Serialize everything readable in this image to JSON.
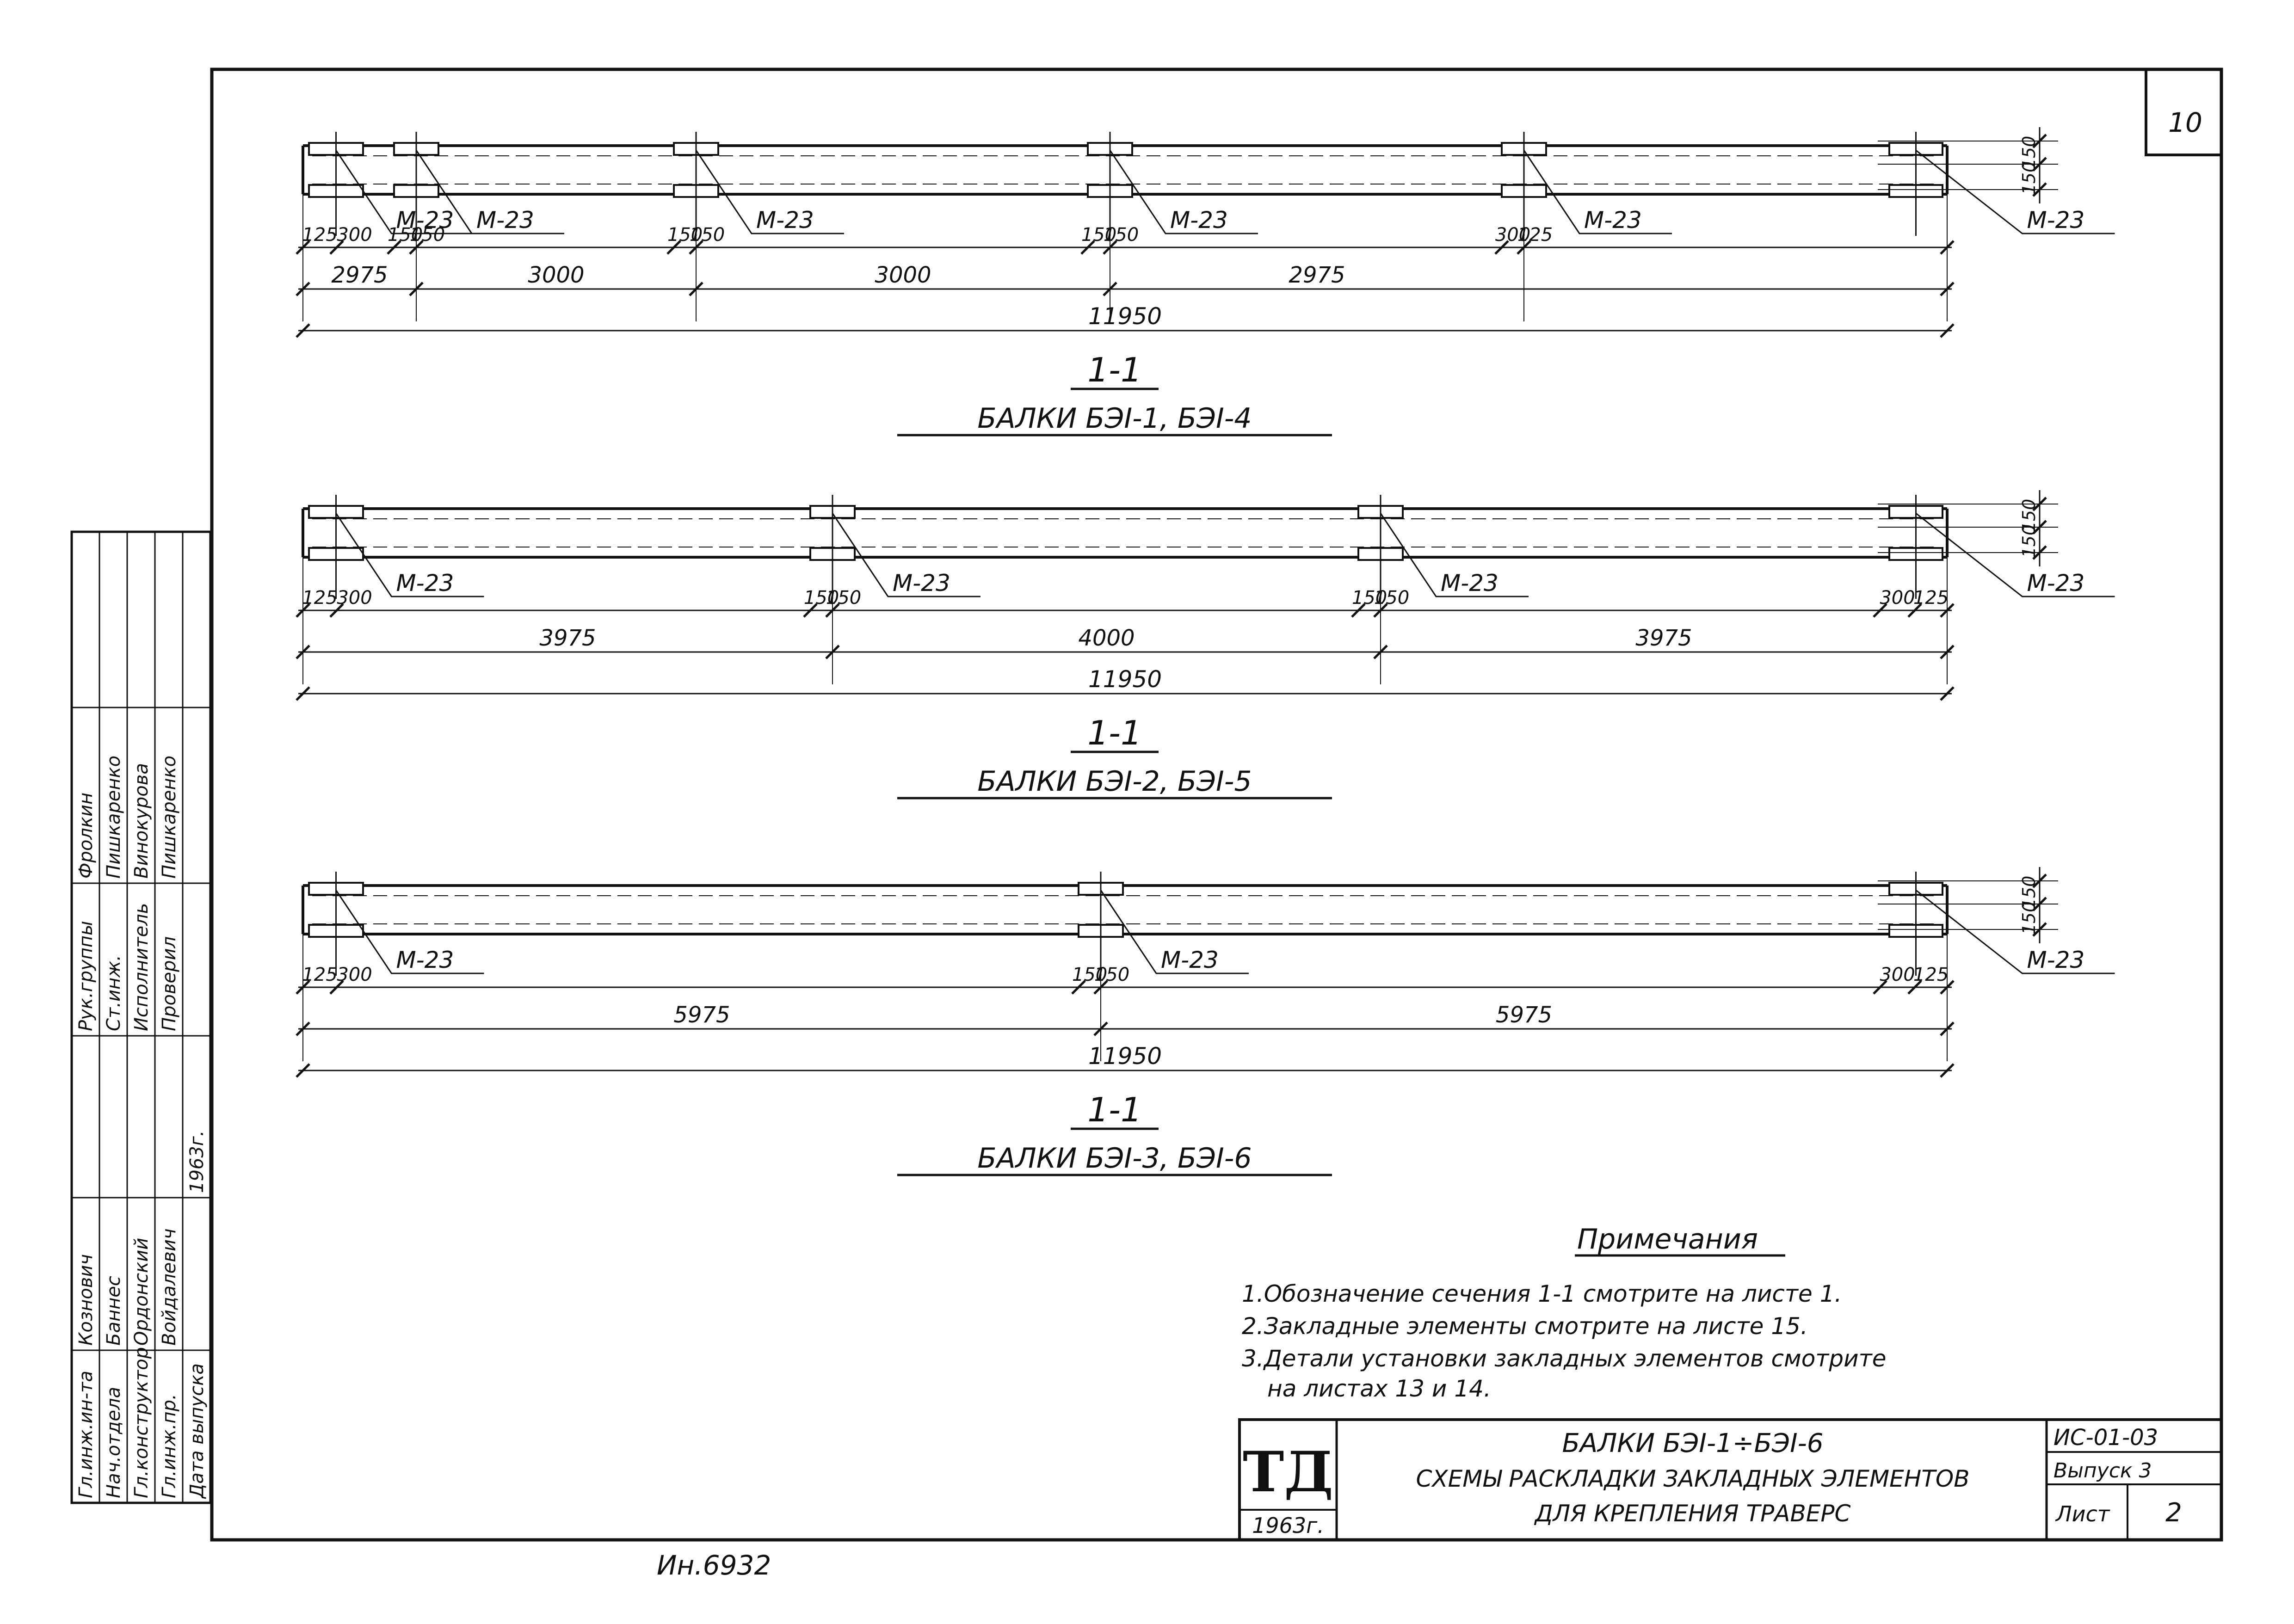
{
  "page_number": "10",
  "inventory_number": "Ин.6932",
  "beam_groups": [
    {
      "section_label": "1-1",
      "title": "БАЛКИ БЭI-1, БЭI-4",
      "embed_mark": "М-23",
      "top_dims": [
        "125",
        "300",
        "150",
        "150",
        "150",
        "150",
        "150",
        "150",
        "300",
        "125"
      ],
      "spans": [
        "2975",
        "3000",
        "3000",
        "2975"
      ],
      "overall": "11950",
      "vertical_dims": [
        "150",
        "150"
      ]
    },
    {
      "section_label": "1-1",
      "title": "БАЛКИ БЭI-2, БЭI-5",
      "embed_mark": "М-23",
      "top_dims": [
        "125",
        "300",
        "150",
        "150",
        "150",
        "150",
        "300",
        "125"
      ],
      "spans": [
        "3975",
        "4000",
        "3975"
      ],
      "overall": "11950",
      "vertical_dims": [
        "150",
        "150"
      ]
    },
    {
      "section_label": "1-1",
      "title": "БАЛКИ БЭI-3, БЭI-6",
      "embed_mark": "М-23",
      "top_dims": [
        "125",
        "300",
        "150",
        "150",
        "300",
        "125"
      ],
      "spans": [
        "5975",
        "5975"
      ],
      "overall": "11950",
      "vertical_dims": [
        "150",
        "150"
      ]
    }
  ],
  "notes": {
    "heading": "Примечания",
    "items": [
      "1.Обозначение сечения 1-1 смотрите на листе 1.",
      "2.Закладные элементы смотрите на листе 15.",
      "3.Детали установки закладных элементов смотрите",
      "на листах 13 и 14."
    ]
  },
  "title_block": {
    "logo": "ТД",
    "year": "1963г.",
    "line1": "БАЛКИ БЭI-1÷БЭI-6",
    "line2": "СХЕМЫ РАСКЛАДКИ ЗАКЛАДНЫХ ЭЛЕМЕНТОВ",
    "line3": "ДЛЯ КРЕПЛЕНИЯ ТРАВЕРС",
    "code": "ИС-01-03",
    "issue": "Выпуск 3",
    "sheet_label": "Лист",
    "sheet_value": "2"
  },
  "side_stamp": {
    "rows": [
      [
        "Гл.инж.ин-та",
        "Кознович",
        "",
        "Рук.группы",
        "Фролкин",
        ""
      ],
      [
        "Нач.отдела",
        "Баннес",
        "",
        "Ст.инж.",
        "Пишкаренко",
        ""
      ],
      [
        "Гл.конструктор",
        "Ордонский",
        "",
        "Исполнитель",
        "Винокурова",
        ""
      ],
      [
        "Гл.инж.пр.",
        "Войдалевич",
        "",
        "Проверил",
        "Пишкаренко",
        ""
      ],
      [
        "Дата выпуска",
        "",
        "1963г.",
        "",
        "",
        ""
      ]
    ]
  }
}
